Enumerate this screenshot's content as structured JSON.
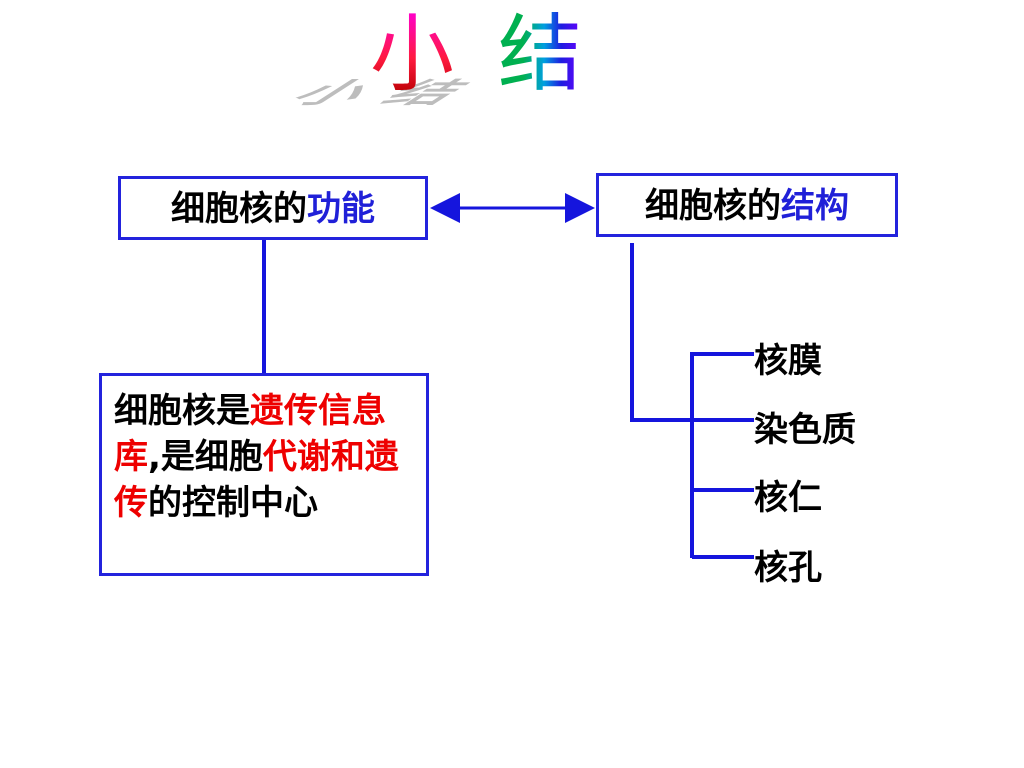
{
  "title": {
    "char1": "小",
    "char2": "结"
  },
  "function_box": {
    "prefix": "细胞核的",
    "highlight": "功能"
  },
  "structure_box": {
    "prefix": "细胞核的",
    "highlight": "结构"
  },
  "description": {
    "part1": "细胞核是",
    "part2": "遗传信息库",
    "part3": ",是细胞",
    "part4": "代谢和遗传",
    "part5": "的控制中心"
  },
  "structure_items": [
    "核膜",
    "染色质",
    "核仁",
    "核孔"
  ],
  "colors": {
    "line": "#1515dd",
    "box_border": "#2323dd",
    "highlight_blue": "#2020d8",
    "highlight_red": "#ee0000"
  }
}
